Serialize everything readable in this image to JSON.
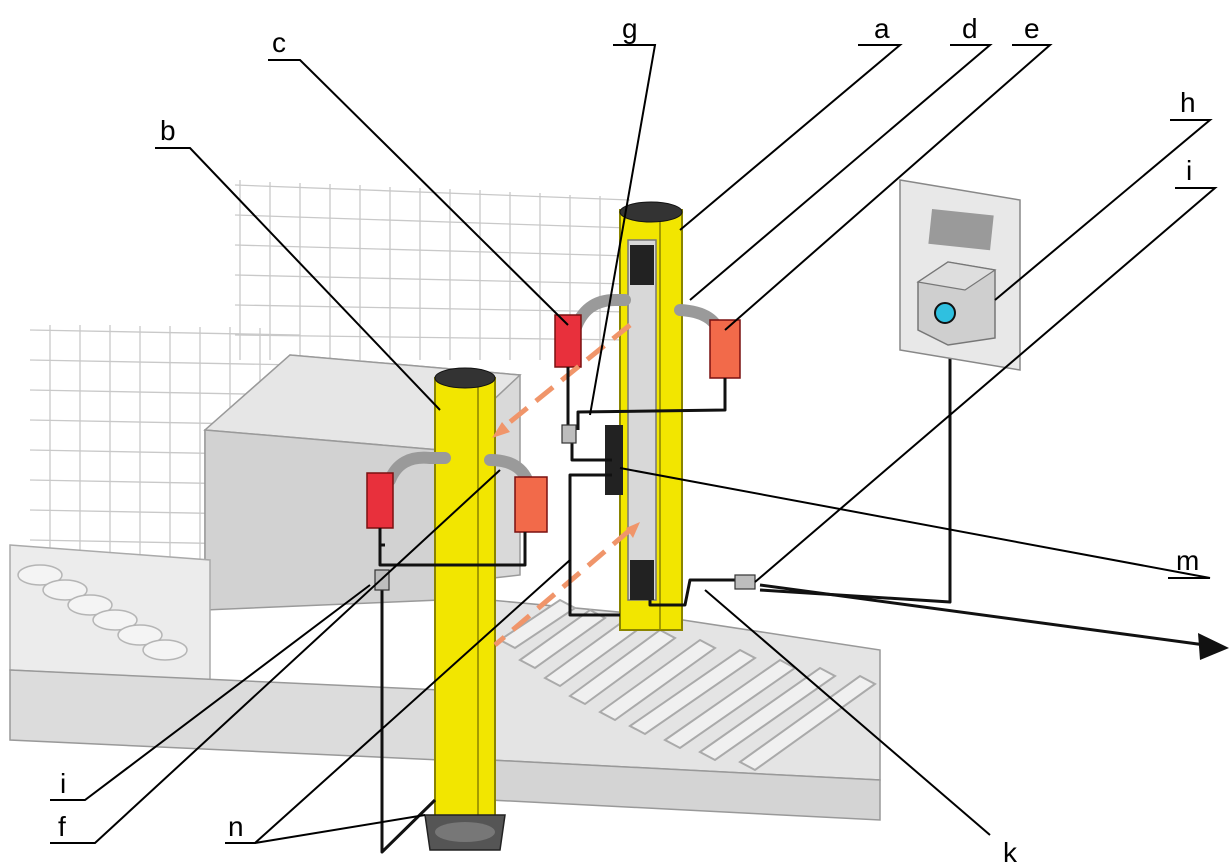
{
  "callouts": {
    "a": "a",
    "b": "b",
    "c": "c",
    "d": "d",
    "e": "e",
    "f": "f",
    "g": "g",
    "h": "h",
    "i_top": "i",
    "i_left": "i",
    "k": "k",
    "m": "m",
    "n": "n"
  },
  "colors": {
    "column_yellow": "#f2e600",
    "column_outline": "#8a8400",
    "reflector_red": "#e8303c",
    "reflector_orange": "#f26a4a",
    "beam_orange": "#f0956a",
    "box_gray": "#d9d9d9",
    "grid_gray": "#c9c9c9",
    "button_blue": "#2fc0e0"
  }
}
